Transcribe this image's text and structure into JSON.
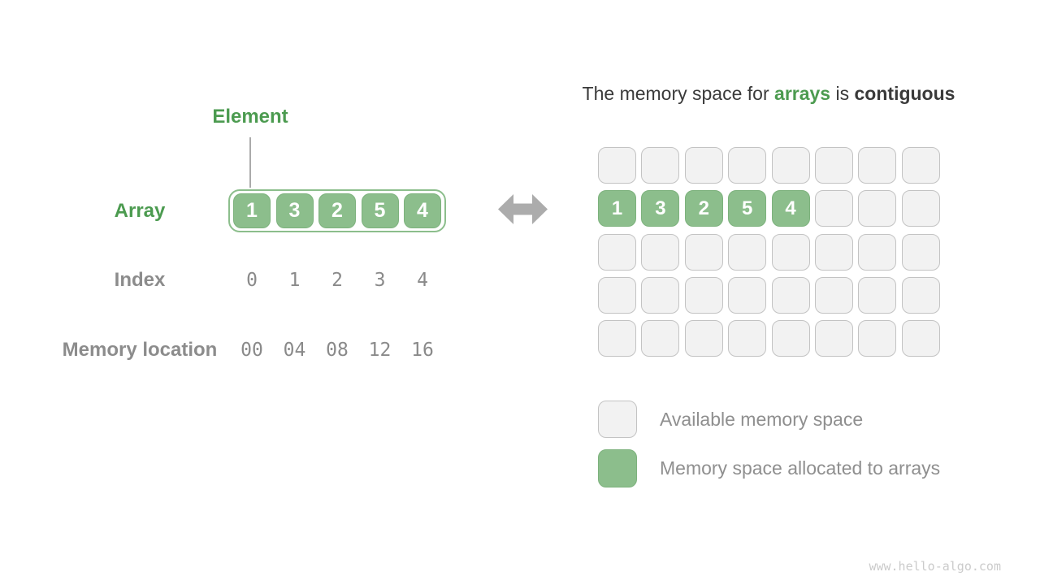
{
  "palette": {
    "cell_green": "#8CBE8C",
    "cell_green_border": "#7DB27D",
    "label_green": "#4C9B50",
    "gray_label": "#8C8C8C",
    "gray_value": "#8A8A8A",
    "title_dark": "#3A3A3A",
    "grid_cell_bg": "#F2F2F2",
    "grid_cell_border": "#C3C3C3",
    "arrow_gray": "#ACACAC",
    "line_gray": "#ABABAB",
    "legend_text": "#8F8F8F",
    "watermark_gray": "#CBCBCB"
  },
  "array_diagram": {
    "element_label": "Element",
    "array_label": "Array",
    "index_label": "Index",
    "memory_location_label": "Memory location",
    "array_values": [
      "1",
      "3",
      "2",
      "5",
      "4"
    ],
    "index_values": [
      "0",
      "1",
      "2",
      "3",
      "4"
    ],
    "memory_location_values": [
      "00",
      "04",
      "08",
      "12",
      "16"
    ]
  },
  "memory_panel": {
    "title": {
      "prefix": "The memory space for",
      "highlight": "arrays",
      "connector": "is",
      "emphasis": "contiguous"
    },
    "grid": {
      "rows": 5,
      "cols": 8,
      "allocated_row_index": 1,
      "allocated_values": [
        "1",
        "3",
        "2",
        "5",
        "4"
      ]
    },
    "legend": {
      "available_label": "Available memory space",
      "allocated_label": "Memory space allocated to arrays"
    }
  },
  "watermark": "www.hello-algo.com"
}
